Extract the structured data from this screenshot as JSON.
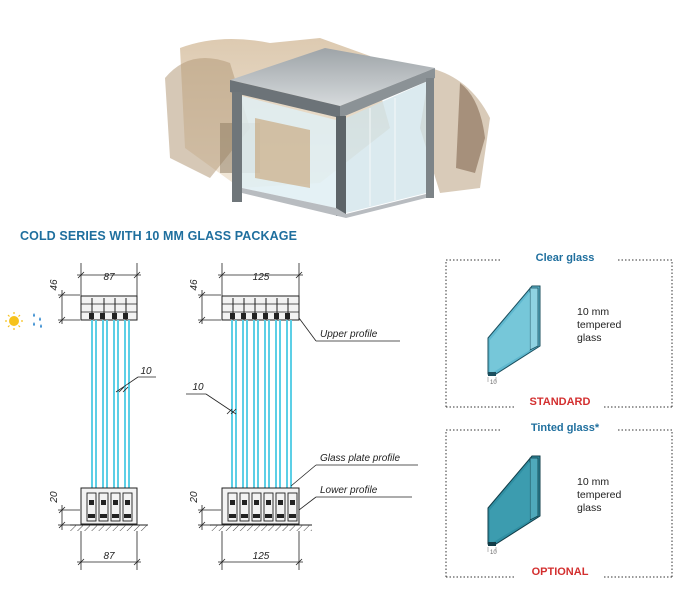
{
  "title": "COLD SERIES WITH 10 MM GLASS PACKAGE",
  "drawing": {
    "left": {
      "top_width": "87",
      "bottom_width": "87",
      "upper_height": "46",
      "lower_height": "20",
      "glass_thickness": "10"
    },
    "right": {
      "top_width": "125",
      "bottom_width": "125",
      "upper_height": "46",
      "lower_height": "20",
      "glass_thickness": "10"
    },
    "callouts": {
      "upper": "Upper profile",
      "glass_plate": "Glass plate profile",
      "lower": "Lower profile"
    }
  },
  "options": [
    {
      "title": "Clear glass",
      "text": [
        "10 mm",
        "tempered",
        "glass"
      ],
      "thickness_label": "10",
      "tag": "STANDARD",
      "glass_color": "#5fb8cf"
    },
    {
      "title": "Tinted glass*",
      "text": [
        "10 mm",
        "tempered",
        "glass"
      ],
      "thickness_label": "10",
      "tag": "OPTIONAL",
      "glass_color": "#2f8fa3"
    }
  ],
  "colors": {
    "title": "#1f6f9e",
    "tag": "#d32f2f",
    "glass_line": "#5ccfe6"
  }
}
